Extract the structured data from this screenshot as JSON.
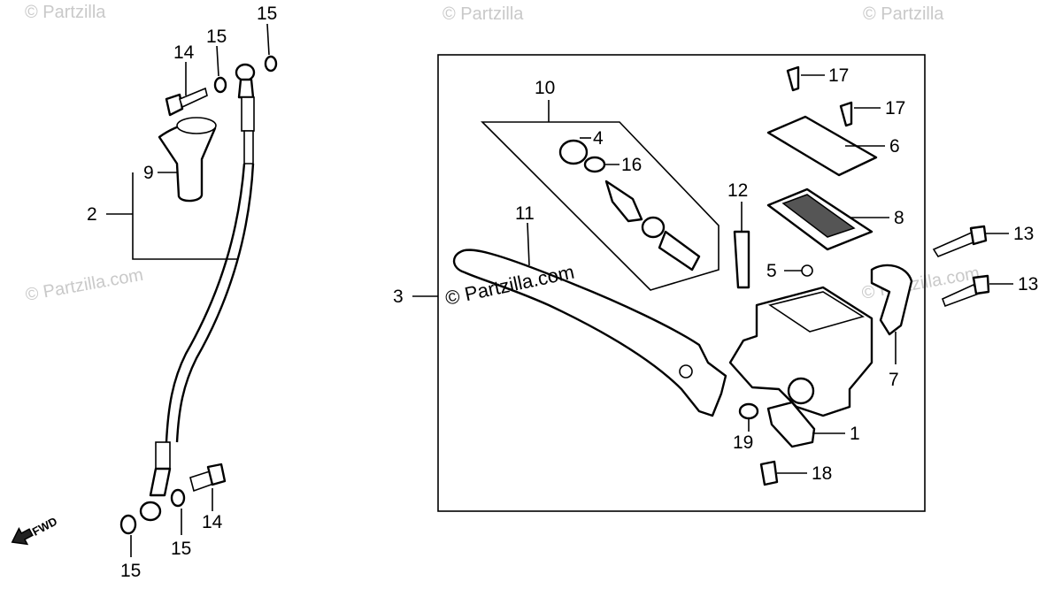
{
  "watermarks": {
    "top_left": "© Partzilla",
    "top_center": "© Partzilla",
    "top_right": "© Partzilla",
    "mid_left": "© Partzilla.com",
    "mid_right": "© Partzilla.com",
    "center": "© Partzilla.com"
  },
  "direction_marker": "FWD",
  "callouts": {
    "c1": "1",
    "c2": "2",
    "c3": "3",
    "c4": "4",
    "c5": "5",
    "c6": "6",
    "c7": "7",
    "c8": "8",
    "c9": "9",
    "c10": "10",
    "c11": "11",
    "c12": "12",
    "c13a": "13",
    "c13b": "13",
    "c14a": "14",
    "c14b": "14",
    "c15a": "15",
    "c15b": "15",
    "c15c": "15",
    "c15d": "15",
    "c16": "16",
    "c17a": "17",
    "c17b": "17",
    "c18": "18",
    "c19": "19"
  }
}
